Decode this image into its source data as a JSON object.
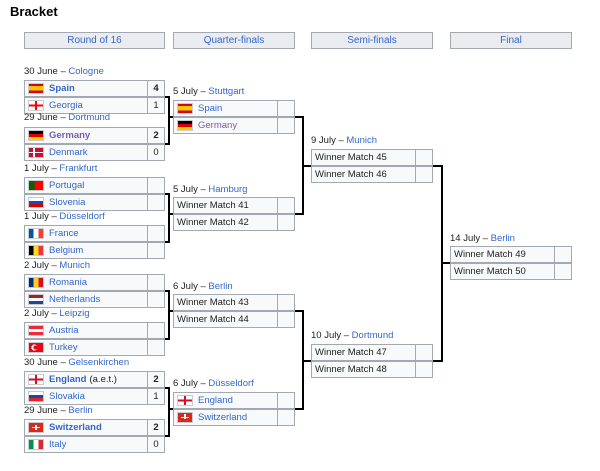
{
  "title": "Bracket",
  "rounds": [
    "Round of 16",
    "Quarter-finals",
    "Semi-finals",
    "Final"
  ],
  "matches": [
    {
      "id": "r16-1",
      "date": "30 June",
      "location": "Cologne",
      "teams": [
        {
          "name": "Spain",
          "flag": "spain-flag",
          "score": "4",
          "winner": true
        },
        {
          "name": "Georgia",
          "flag": "georgia-flag",
          "score": "1",
          "winner": false
        }
      ]
    },
    {
      "id": "r16-2",
      "date": "29 June",
      "location": "Dortmund",
      "teams": [
        {
          "name": "Germany",
          "flag": "germany-flag",
          "score": "2",
          "winner": true,
          "visited": true
        },
        {
          "name": "Denmark",
          "flag": "denmark-flag",
          "score": "0",
          "winner": false
        }
      ]
    },
    {
      "id": "r16-3",
      "date": "1 July",
      "location": "Frankfurt",
      "teams": [
        {
          "name": "Portugal",
          "flag": "portugal-flag",
          "score": "",
          "winner": false
        },
        {
          "name": "Slovenia",
          "flag": "slovenia-flag",
          "score": "",
          "winner": false
        }
      ]
    },
    {
      "id": "r16-4",
      "date": "1 July",
      "location": "Düsseldorf",
      "teams": [
        {
          "name": "France",
          "flag": "france-flag",
          "score": "",
          "winner": false
        },
        {
          "name": "Belgium",
          "flag": "belgium-flag",
          "score": "",
          "winner": false
        }
      ]
    },
    {
      "id": "r16-5",
      "date": "2 July",
      "location": "Munich",
      "teams": [
        {
          "name": "Romania",
          "flag": "romania-flag",
          "score": "",
          "winner": false
        },
        {
          "name": "Netherlands",
          "flag": "netherlands-flag",
          "score": "",
          "winner": false
        }
      ]
    },
    {
      "id": "r16-6",
      "date": "2 July",
      "location": "Leipzig",
      "teams": [
        {
          "name": "Austria",
          "flag": "austria-flag",
          "score": "",
          "winner": false
        },
        {
          "name": "Turkey",
          "flag": "turkey-flag",
          "score": "",
          "winner": false
        }
      ]
    },
    {
      "id": "r16-7",
      "date": "30 June",
      "location": "Gelsenkirchen",
      "teams": [
        {
          "name": "England",
          "flag": "england-flag",
          "score": "2",
          "winner": true,
          "extra": "(a.e.t.)"
        },
        {
          "name": "Slovakia",
          "flag": "slovakia-flag",
          "score": "1",
          "winner": false
        }
      ]
    },
    {
      "id": "r16-8",
      "date": "29 June",
      "location": "Berlin",
      "teams": [
        {
          "name": "Switzerland",
          "flag": "switzerland-flag",
          "score": "2",
          "winner": true
        },
        {
          "name": "Italy",
          "flag": "italy-flag",
          "score": "0",
          "winner": false
        }
      ]
    },
    {
      "id": "qf-1",
      "date": "5 July",
      "location": "Stuttgart",
      "teams": [
        {
          "name": "Spain",
          "flag": "spain-flag",
          "score": "",
          "winner": false
        },
        {
          "name": "Germany",
          "flag": "germany-flag",
          "score": "",
          "winner": false,
          "visited": true
        }
      ]
    },
    {
      "id": "qf-2",
      "date": "5 July",
      "location": "Hamburg",
      "teams": [
        {
          "name": "Winner Match 41",
          "flag": "",
          "score": "",
          "winner": false,
          "plain": true
        },
        {
          "name": "Winner Match 42",
          "flag": "",
          "score": "",
          "winner": false,
          "plain": true
        }
      ]
    },
    {
      "id": "qf-3",
      "date": "6 July",
      "location": "Berlin",
      "teams": [
        {
          "name": "Winner Match 43",
          "flag": "",
          "score": "",
          "winner": false,
          "plain": true
        },
        {
          "name": "Winner Match 44",
          "flag": "",
          "score": "",
          "winner": false,
          "plain": true
        }
      ]
    },
    {
      "id": "qf-4",
      "date": "6 July",
      "location": "Düsseldorf",
      "teams": [
        {
          "name": "England",
          "flag": "england-flag",
          "score": "",
          "winner": false
        },
        {
          "name": "Switzerland",
          "flag": "switzerland-flag",
          "score": "",
          "winner": false
        }
      ]
    },
    {
      "id": "sf-1",
      "date": "9 July",
      "location": "Munich",
      "teams": [
        {
          "name": "Winner Match 45",
          "flag": "",
          "score": "",
          "winner": false,
          "plain": true
        },
        {
          "name": "Winner Match 46",
          "flag": "",
          "score": "",
          "winner": false,
          "plain": true
        }
      ]
    },
    {
      "id": "sf-2",
      "date": "10 July",
      "location": "Dortmund",
      "teams": [
        {
          "name": "Winner Match 47",
          "flag": "",
          "score": "",
          "winner": false,
          "plain": true
        },
        {
          "name": "Winner Match 48",
          "flag": "",
          "score": "",
          "winner": false,
          "plain": true
        }
      ]
    },
    {
      "id": "final",
      "date": "14 July",
      "location": "Berlin",
      "teams": [
        {
          "name": "Winner Match 49",
          "flag": "",
          "score": "",
          "winner": false,
          "plain": true
        },
        {
          "name": "Winner Match 50",
          "flag": "",
          "score": "",
          "winner": false,
          "plain": true
        }
      ]
    }
  ]
}
